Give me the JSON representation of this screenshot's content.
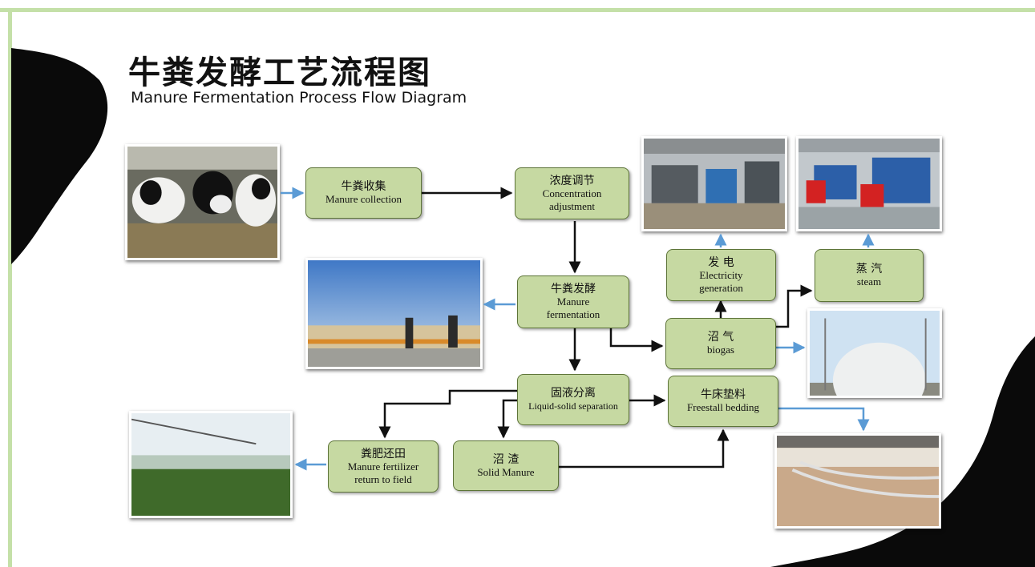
{
  "title": {
    "cn": "牛粪发酵工艺流程图",
    "en": "Manure Fermentation Process Flow Diagram"
  },
  "nodes": {
    "collection": {
      "cn": "牛粪收集",
      "en": "Manure collection"
    },
    "concentration": {
      "cn": "浓度调节",
      "en1": "Concentration",
      "en2": "adjustment"
    },
    "fermentation": {
      "cn": "牛粪发酵",
      "en1": "Manure",
      "en2": "fermentation"
    },
    "electricity": {
      "cn": "发 电",
      "en1": "Electricity",
      "en2": "generation"
    },
    "steam": {
      "cn": "蒸 汽",
      "en": "steam"
    },
    "biogas": {
      "cn": "沼 气",
      "en": "biogas"
    },
    "separation": {
      "cn": "固液分离",
      "en": "Liquid-solid separation"
    },
    "bedding": {
      "cn": "牛床垫料",
      "en": "Freestall bedding"
    },
    "fertilizer": {
      "cn": "粪肥还田",
      "en1": "Manure fertilizer",
      "en2": "return to field"
    },
    "solid": {
      "cn": "沼 渣",
      "en": "Solid Manure"
    }
  },
  "photos": {
    "cows": "cows-in-barn-photo",
    "plant": "biogas-plant-photo",
    "generator": "generator-room-photo",
    "boiler": "boiler-room-photo",
    "dome": "biogas-dome-photo",
    "irrigation": "field-irrigation-photo",
    "barn": "freestall-barn-photo"
  },
  "colors": {
    "box_fill": "#c6d9a2",
    "box_border": "#5d7438",
    "arrow_black": "#111111",
    "arrow_blue": "#5b9bd5",
    "frame": "#c4e0a8"
  }
}
